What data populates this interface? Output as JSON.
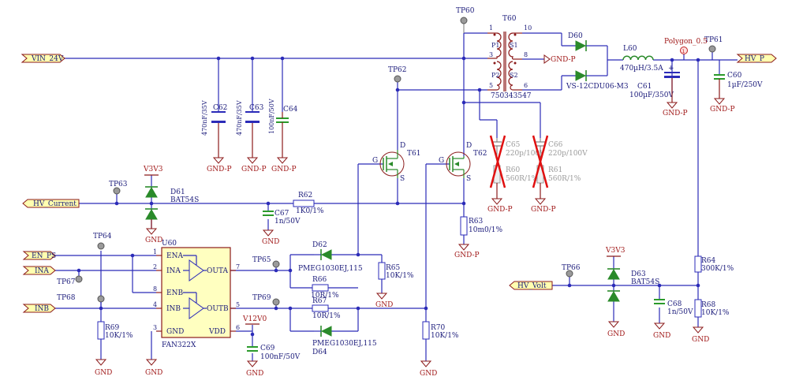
{
  "ports": {
    "vin": "VIN_24V",
    "hvp": "HV_P",
    "hv_current": "HV_Current",
    "en_ps": "EN_PS",
    "ina": "INA",
    "inb": "INB",
    "hv_volt": "HV_Volt"
  },
  "testpoints": {
    "tp60": "TP60",
    "tp61": "TP61",
    "tp62": "TP62",
    "tp63": "TP63",
    "tp64": "TP64",
    "tp65": "TP65",
    "tp66": "TP66",
    "tp67": "TP67",
    "tp68": "TP68",
    "tp69": "TP69"
  },
  "transformer": {
    "ref": "T60",
    "part": "750343547",
    "p1": "P1",
    "p2": "P2",
    "s1": "S1",
    "s2": "S2",
    "pins": [
      "1",
      "3",
      "5",
      "10",
      "8",
      "6"
    ]
  },
  "diode_d60": {
    "ref": "D60",
    "part": "VS-12CDU06-M3"
  },
  "inductor": {
    "ref": "L60",
    "value": "470µH/3.5A"
  },
  "polygon": "Polygon_0.5",
  "c61": {
    "ref": "C61",
    "value": "100µF/350V"
  },
  "c60": {
    "ref": "C60",
    "value": "1µF/250V"
  },
  "c62": {
    "ref": "C62",
    "value": "470nF/35V"
  },
  "c63": {
    "ref": "C63",
    "value": "470nF/35V"
  },
  "c64": {
    "ref": "C64",
    "value": "100nF/50V"
  },
  "c65": {
    "ref": "C65",
    "value": "220p/100V"
  },
  "c66": {
    "ref": "C66",
    "value": "220p/100V"
  },
  "r60": {
    "ref": "R60",
    "value": "560R/1%"
  },
  "r61": {
    "ref": "R61",
    "value": "560R/1%"
  },
  "t61": {
    "ref": "T61",
    "d": "D",
    "g": "G",
    "s": "S"
  },
  "t62": {
    "ref": "T62",
    "d": "D",
    "g": "G",
    "s": "S"
  },
  "d61": {
    "ref": "D61",
    "part": "BAT54S"
  },
  "v3v3": "V3V3",
  "r62": {
    "ref": "R62",
    "value": "1K0/1%"
  },
  "c67": {
    "ref": "C67",
    "value": "1n/50V"
  },
  "r63": {
    "ref": "R63",
    "value": "10m0/1%"
  },
  "u60": {
    "ref": "U60",
    "part": "FAN322X",
    "ena": "ENA",
    "ina": "INA",
    "enb": "ENB",
    "inb": "INB",
    "gnd": "GND",
    "outa": "OUTA",
    "outb": "OUTB",
    "vdd": "VDD",
    "pins": [
      "1",
      "2",
      "8",
      "4",
      "3",
      "7",
      "5",
      "6"
    ]
  },
  "d62": {
    "ref": "D62",
    "part": "PMEG1030EJ,115"
  },
  "d64": {
    "ref": "D64",
    "part": "PMEG1030EJ,115"
  },
  "r66": {
    "ref": "R66",
    "value": "10R/1%"
  },
  "r67": {
    "ref": "R67",
    "value": "10R/1%"
  },
  "r65": {
    "ref": "R65",
    "value": "10K/1%"
  },
  "r69": {
    "ref": "R69",
    "value": "10K/1%"
  },
  "r70": {
    "ref": "R70",
    "value": "10K/1%"
  },
  "v12v0": "V12V0",
  "c69": {
    "ref": "C69",
    "value": "100nF/50V"
  },
  "d63": {
    "ref": "D63",
    "part": "BAT54S"
  },
  "c68": {
    "ref": "C68",
    "value": "1n/50V"
  },
  "r64": {
    "ref": "R64",
    "value": "300K/1%"
  },
  "r68": {
    "ref": "R68",
    "value": "10K/1%"
  },
  "gnd_p": "GND-P",
  "gnd": "GND"
}
